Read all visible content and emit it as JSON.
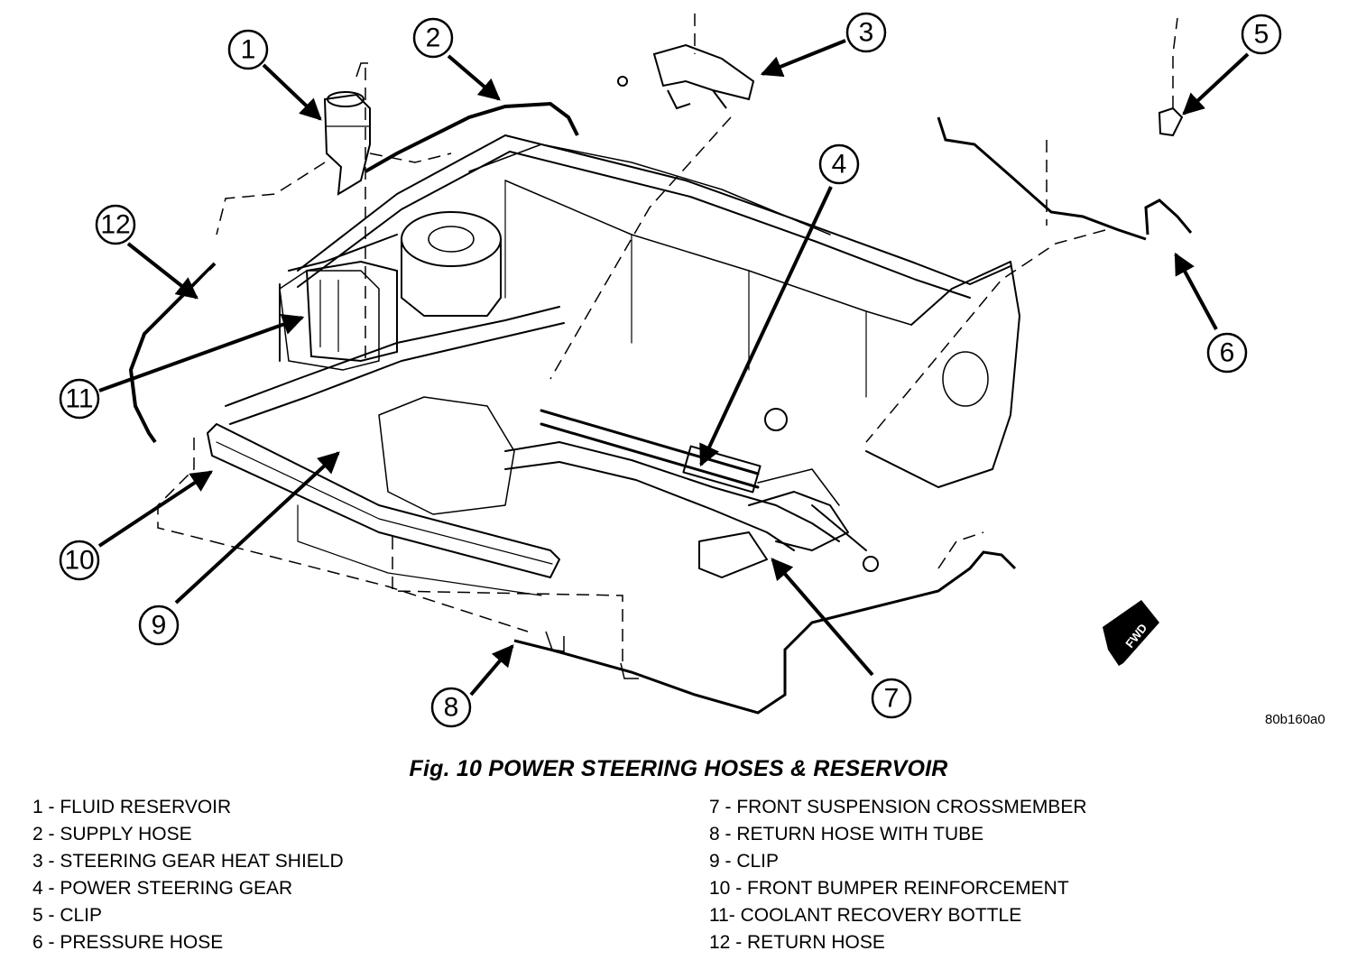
{
  "figure": {
    "title": "Fig. 10 POWER STEERING HOSES & RESERVOIR",
    "drawing_code": "80b160a0",
    "direction_tag": "FWD"
  },
  "callouts": [
    {
      "number": "1",
      "label": "FLUID RESERVOIR"
    },
    {
      "number": "2",
      "label": "SUPPLY HOSE"
    },
    {
      "number": "3",
      "label": "STEERING GEAR HEAT SHIELD"
    },
    {
      "number": "4",
      "label": "POWER STEERING GEAR"
    },
    {
      "number": "5",
      "label": "CLIP"
    },
    {
      "number": "6",
      "label": "PRESSURE HOSE"
    },
    {
      "number": "7",
      "label": "FRONT SUSPENSION CROSSMEMBER"
    },
    {
      "number": "8",
      "label": "RETURN HOSE WITH TUBE"
    },
    {
      "number": "9",
      "label": "CLIP"
    },
    {
      "number": "10",
      "label": "FRONT BUMPER REINFORCEMENT"
    },
    {
      "number": "11",
      "label": "COOLANT RECOVERY BOTTLE"
    },
    {
      "number": "12",
      "label": "RETURN HOSE"
    }
  ],
  "legend": {
    "left": [
      "1 - FLUID RESERVOIR",
      "2 - SUPPLY HOSE",
      "3 - STEERING GEAR HEAT SHIELD",
      "4 - POWER STEERING GEAR",
      "5 - CLIP",
      "6 - PRESSURE HOSE"
    ],
    "right": [
      "7 - FRONT SUSPENSION CROSSMEMBER",
      "8 - RETURN HOSE WITH TUBE",
      "9 - CLIP",
      "10 - FRONT BUMPER REINFORCEMENT",
      "11- COOLANT RECOVERY BOTTLE",
      "12 - RETURN HOSE"
    ]
  },
  "colors": {
    "ink": "#000000",
    "paper": "#ffffff"
  }
}
